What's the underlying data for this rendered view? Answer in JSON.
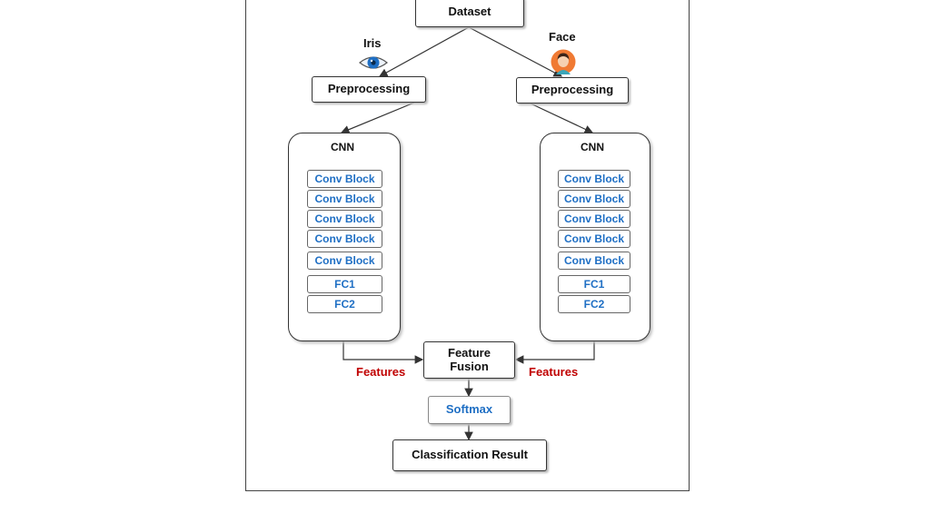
{
  "dataset": "Dataset",
  "iris_label": "Iris",
  "face_label": "Face",
  "preprocessing_left": "Preprocessing",
  "preprocessing_right": "Preprocessing",
  "cnn_left": {
    "title": "CNN",
    "blocks": [
      "Conv Block",
      "Conv Block",
      "Conv Block",
      "Conv Block",
      "Conv Block",
      "FC1",
      "FC2"
    ]
  },
  "cnn_right": {
    "title": "CNN",
    "blocks": [
      "Conv Block",
      "Conv Block",
      "Conv Block",
      "Conv Block",
      "Conv Block",
      "FC1",
      "FC2"
    ]
  },
  "features_left": "Features",
  "features_right": "Features",
  "feature_fusion": "Feature Fusion",
  "softmax": "Softmax",
  "classification_result": "Classification Result",
  "colors": {
    "block_text": "#1f6fc4",
    "features_text": "#c00000"
  }
}
